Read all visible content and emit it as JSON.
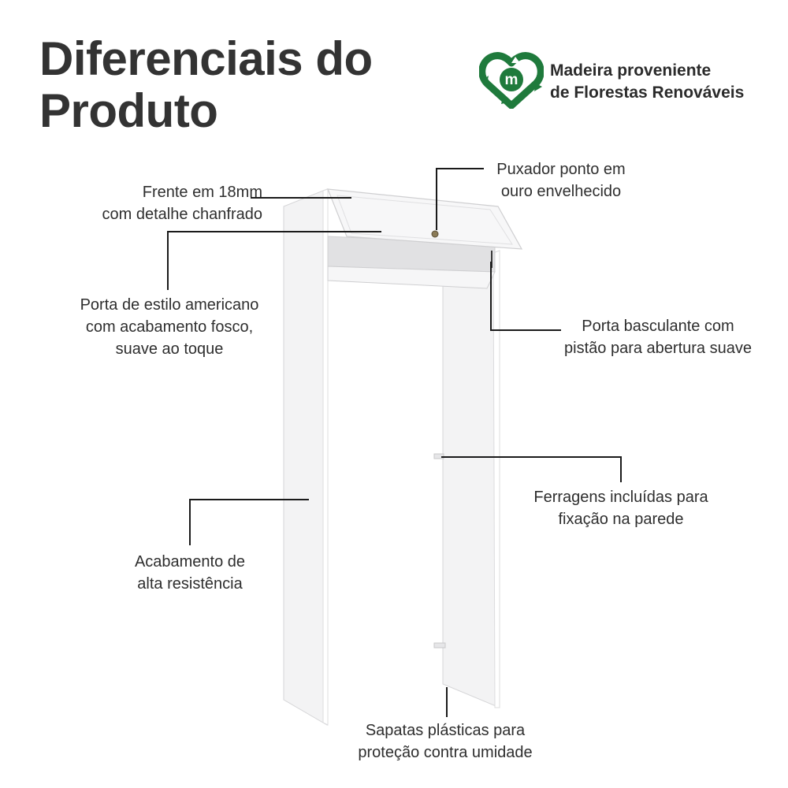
{
  "header": {
    "title_line1": "Diferenciais do",
    "title_line2": "Produto"
  },
  "badge": {
    "icon": "recycle-heart-icon",
    "letter": "m",
    "line1": "Madeira proveniente",
    "line2": "de Florestas Renováveis",
    "color": "#1f7a3c"
  },
  "features": {
    "front": {
      "line1": "Frente em 18mm",
      "line2": "com detalhe chanfrado"
    },
    "handle": {
      "line1": "Puxador ponto em",
      "line2": "ouro envelhecido"
    },
    "door_style": {
      "line1": "Porta de estilo americano",
      "line2": "com acabamento fosco,",
      "line3": "suave ao toque"
    },
    "tilt_door": {
      "line1": "Porta basculante com",
      "line2": "pistão para abertura suave"
    },
    "hardware": {
      "line1": "Ferragens incluídas para",
      "line2": "fixação na parede"
    },
    "finish": {
      "line1": "Acabamento de",
      "line2": "alta resistência"
    },
    "feet": {
      "line1": "Sapatas plásticas para",
      "line2": "proteção contra umidade"
    }
  },
  "colors": {
    "text": "#2e2e2e",
    "leader": "#1a1a1a",
    "furniture_light": "#f2f2f3",
    "furniture_shade": "#d9d9db"
  }
}
